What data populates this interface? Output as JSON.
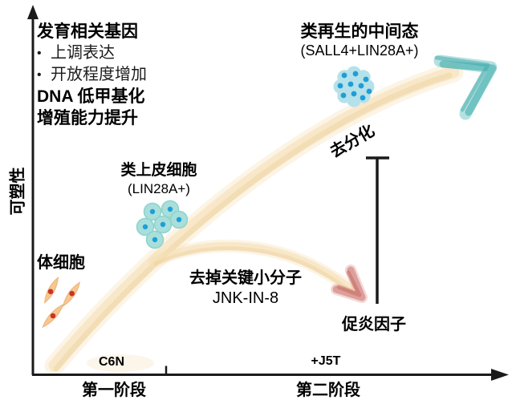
{
  "diagram": {
    "y_axis_label": "可塑性",
    "x_axis": {
      "tick1_label": "C6N",
      "tick2_label": "+J5T",
      "stage1_label": "第一阶段",
      "stage2_label": "第二阶段"
    },
    "gene_block": {
      "title": "发育相关基因",
      "bullet_glyph": "•",
      "bullets": [
        "上调表达",
        "开放程度增加"
      ],
      "line_dna": "DNA 低甲基化",
      "line_prolif": "增殖能力提升"
    },
    "intermediate_state": {
      "title": "类再生的中间态",
      "markers": "(SALL4+LIN28A+)"
    },
    "epithelial_cells": {
      "title": "类上皮细胞",
      "markers": "(LIN28A+)"
    },
    "somatic_cells_label": "体细胞",
    "branch_note": {
      "line1": "去掉关键小分子",
      "line2": "JNK-IN-8"
    },
    "dedifferentiation_label": "去分化",
    "inflammatory_label": "促炎因子"
  },
  "colors": {
    "axis": "#1a1a1a",
    "trajectory_shaft": "#f5dfb5",
    "trajectory_core": "#edd09e",
    "teal_arrowhead": "#54b7b7",
    "pink_arrowhead": "#d48781",
    "cluster_fill_large": "#b5e1ea",
    "cluster_fill_small": "#a8dfdb",
    "cell_nucleus_blue": "#1f9ed6",
    "fibroblast_fill": "#f6c78f",
    "fibroblast_nucleus": "#cb3227"
  }
}
